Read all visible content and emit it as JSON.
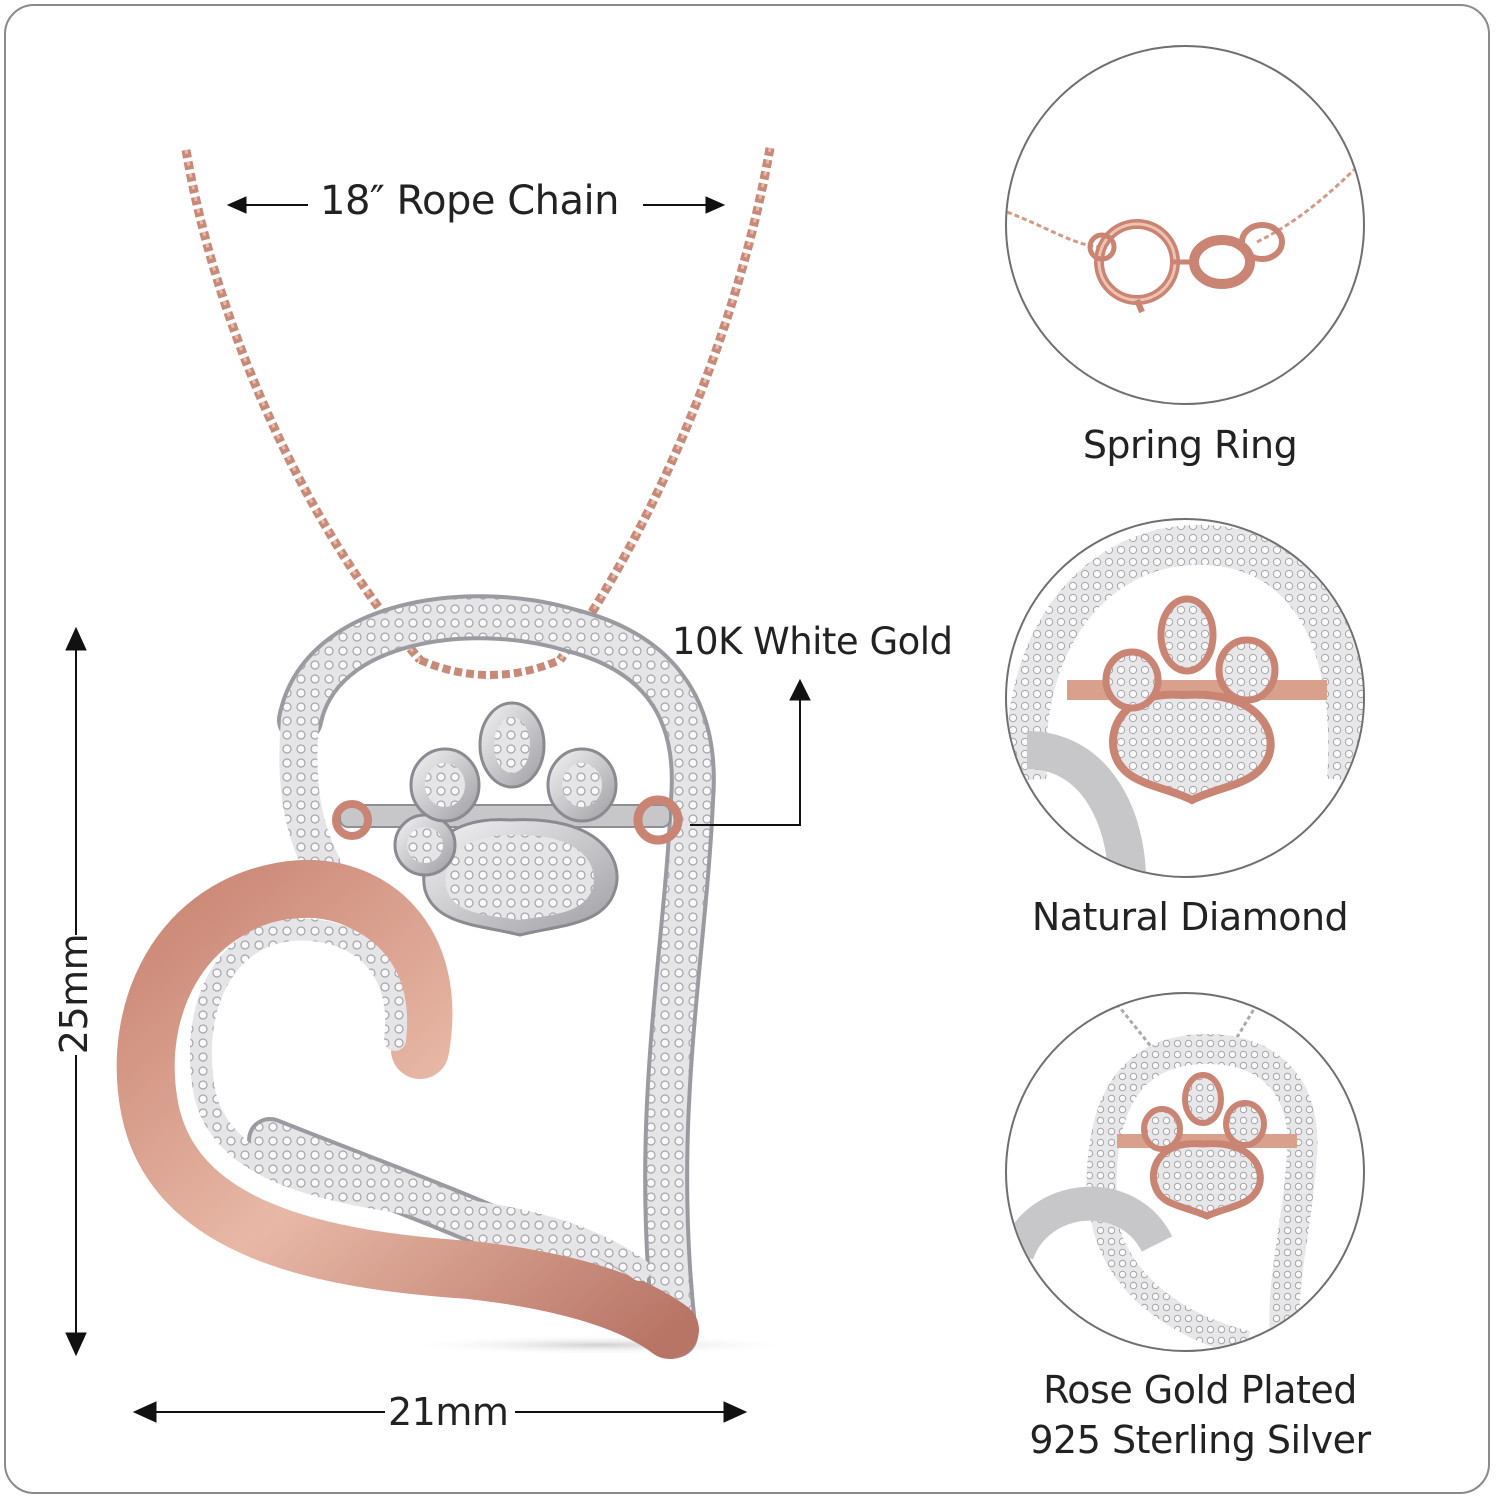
{
  "labels": {
    "chain": "18″ Rope Chain",
    "material_center": "10K White Gold",
    "height": "25mm",
    "width": "21mm"
  },
  "captions": {
    "spring": "Spring Ring",
    "diamond": "Natural Diamond",
    "rose_line1": "Rose Gold Plated",
    "rose_line2": "925 Sterling Silver"
  },
  "colors": {
    "rose_gold": "#d9a08c",
    "rose_gold_dark": "#b87566",
    "white_gold": "#d8d8da",
    "white_gold_dark": "#9a9aa0",
    "frame": "#8a8a8a",
    "text": "#222222"
  },
  "icons": {
    "pendant": "heart-paw-pendant-image",
    "clasp": "spring-ring-clasp-image",
    "paw_detail": "paw-diamond-detail-image",
    "pendant_detail": "heart-pendant-detail-image"
  }
}
